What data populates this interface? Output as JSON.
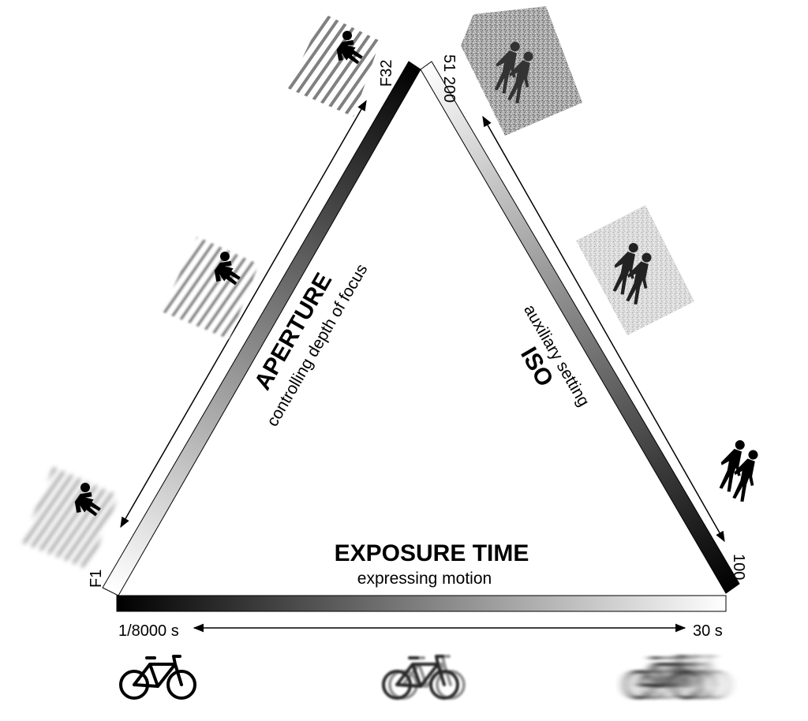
{
  "aperture": {
    "title": "APERTURE",
    "subtitle": "controlling depth of focus",
    "min_label": "F1",
    "max_label": "F32"
  },
  "iso": {
    "title": "ISO",
    "subtitle": "auxiliary setting",
    "max_label": "51 200",
    "min_label": "100"
  },
  "exposure": {
    "title": "EXPOSURE TIME",
    "subtitle": "expressing motion",
    "min_label": "1/8000 s",
    "max_label": "30 s"
  },
  "icons": {
    "aperture_samples": [
      "person-sharp-stripes-icon",
      "person-medium-stripes-icon",
      "person-blurred-stripes-icon"
    ],
    "iso_samples": [
      "couple-heavy-noise-icon",
      "couple-light-noise-icon",
      "couple-clean-icon"
    ],
    "exposure_samples": [
      "bicycle-sharp-icon",
      "bicycle-blurred-icon",
      "bicycle-motion-blur-icon"
    ]
  },
  "colors": {
    "stroke": "#000000",
    "gradient_dark": "#000000",
    "gradient_light": "#ffffff"
  }
}
